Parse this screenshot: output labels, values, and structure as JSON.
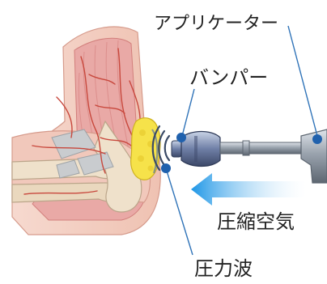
{
  "labels": {
    "applicator": "アプリケーター",
    "bumper": "バンパー",
    "compressed_air": "圧縮空気",
    "pressure_wave": "圧力波"
  },
  "colors": {
    "skin": "#f3cfc2",
    "muscle": "#e7a0a0",
    "vessel": "#c8483d",
    "bone": "#eedfc9",
    "fat": "#f5e14a",
    "leader_line": "#2f73b8",
    "leader_dot": "#2061ad",
    "device_metal": "#8d96a3",
    "arrow": "#2e9fe0"
  },
  "icons": {
    "compressed_air_arrow": "arrow-left",
    "pressure_wave_arcs": "wave-arcs"
  }
}
